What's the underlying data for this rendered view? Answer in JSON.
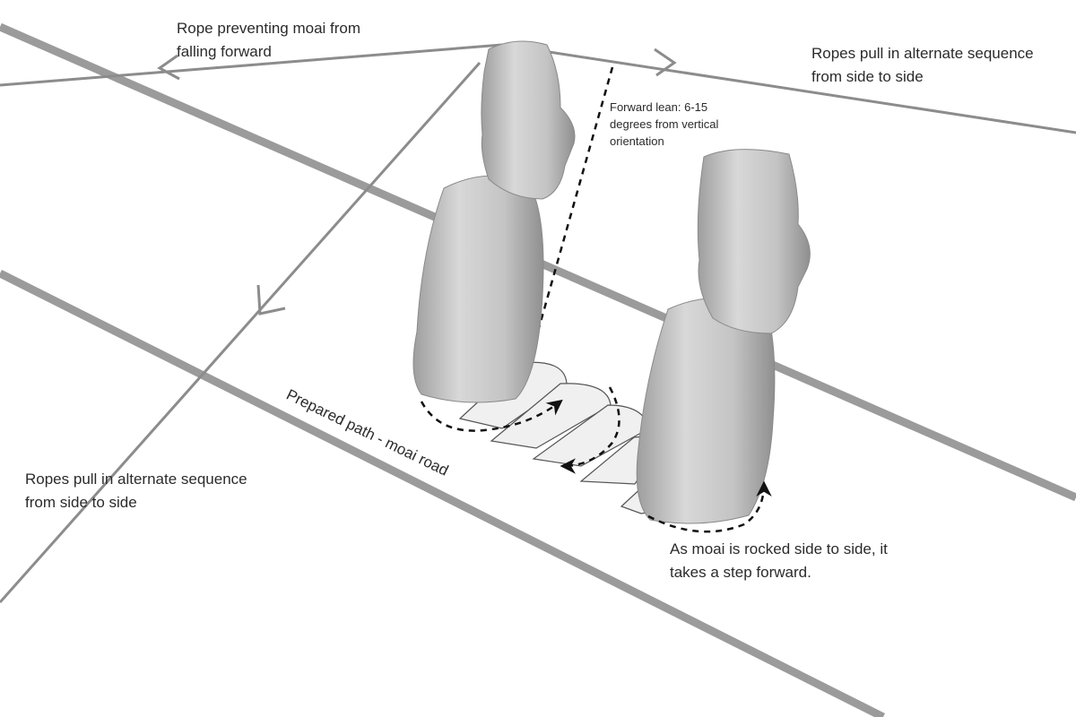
{
  "labels": {
    "rope_forward": [
      "Rope preventing moai from",
      "falling forward"
    ],
    "ropes_right": [
      "Ropes pull in alternate sequence",
      "from side to side"
    ],
    "forward_lean": [
      "Forward lean: 6-15",
      "degrees from vertical",
      "orientation"
    ],
    "ropes_left": [
      "Ropes pull in alternate sequence",
      "from side to side"
    ],
    "path": "Prepared path - moai road",
    "rocking": [
      "As moai is rocked side to side, it",
      "takes a step forward."
    ]
  },
  "colors": {
    "road": "#9b9b9b",
    "rope": "#8c8c8c",
    "moai": "#c8c8c8",
    "footprint": "#f0f0f0",
    "text": "#2b2b2b"
  }
}
